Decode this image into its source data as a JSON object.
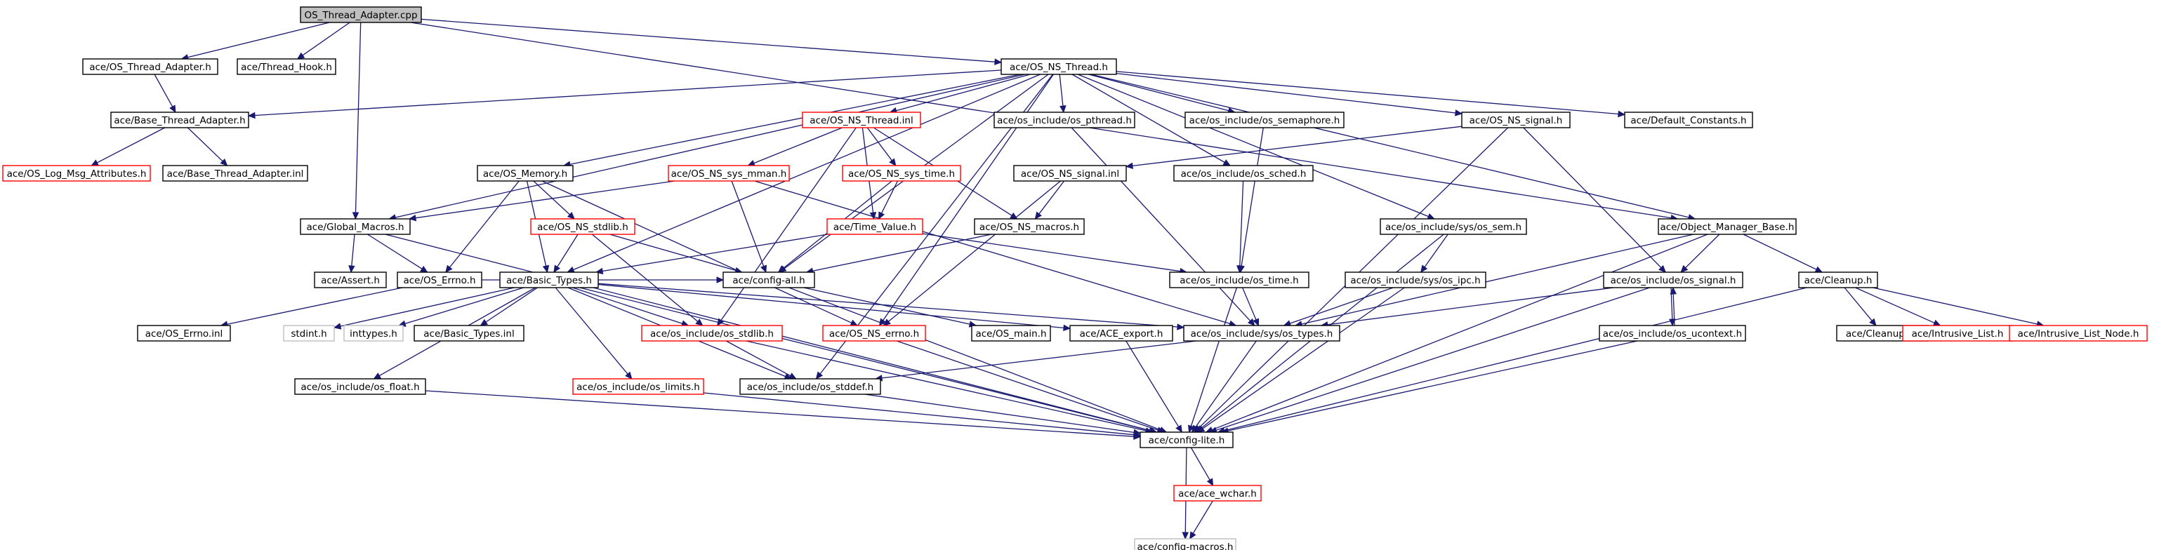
{
  "colors": {
    "edge": "#191970",
    "border_default": "#000000",
    "border_truncated": "#ff0000",
    "border_external": "#bfbfbf",
    "fill_root": "#bfbfbf",
    "fill_default": "#ffffff"
  },
  "nodes": [
    {
      "id": "root",
      "label": "OS_Thread_Adapter.cpp",
      "style": "root"
    },
    {
      "id": "osta",
      "label": "ace/OS_Thread_Adapter.h",
      "style": "normal"
    },
    {
      "id": "thook",
      "label": "ace/Thread_Hook.h",
      "style": "normal"
    },
    {
      "id": "nsthread",
      "label": "ace/OS_NS_Thread.h",
      "style": "normal"
    },
    {
      "id": "bta",
      "label": "ace/Base_Thread_Adapter.h",
      "style": "normal"
    },
    {
      "id": "nsthreadinl",
      "label": "ace/OS_NS_Thread.inl",
      "style": "truncated"
    },
    {
      "id": "pthread",
      "label": "ace/os_include/os_pthread.h",
      "style": "normal"
    },
    {
      "id": "semaphore",
      "label": "ace/os_include/os_semaphore.h",
      "style": "normal"
    },
    {
      "id": "nssignal",
      "label": "ace/OS_NS_signal.h",
      "style": "normal"
    },
    {
      "id": "defconst",
      "label": "ace/Default_Constants.h",
      "style": "normal"
    },
    {
      "id": "logmsg",
      "label": "ace/OS_Log_Msg_Attributes.h",
      "style": "truncated"
    },
    {
      "id": "btainl",
      "label": "ace/Base_Thread_Adapter.inl",
      "style": "normal"
    },
    {
      "id": "osmemory",
      "label": "ace/OS_Memory.h",
      "style": "normal"
    },
    {
      "id": "nssysmman",
      "label": "ace/OS_NS_sys_mman.h",
      "style": "truncated"
    },
    {
      "id": "nssystime",
      "label": "ace/OS_NS_sys_time.h",
      "style": "truncated"
    },
    {
      "id": "nssignalinl",
      "label": "ace/OS_NS_signal.inl",
      "style": "normal"
    },
    {
      "id": "sched",
      "label": "ace/os_include/os_sched.h",
      "style": "normal"
    },
    {
      "id": "globalmacros",
      "label": "ace/Global_Macros.h",
      "style": "normal"
    },
    {
      "id": "nsstdlib",
      "label": "ace/OS_NS_stdlib.h",
      "style": "truncated"
    },
    {
      "id": "timevalue",
      "label": "ace/Time_Value.h",
      "style": "truncated"
    },
    {
      "id": "nsmacros",
      "label": "ace/OS_NS_macros.h",
      "style": "normal"
    },
    {
      "id": "syssem",
      "label": "ace/os_include/sys/os_sem.h",
      "style": "normal"
    },
    {
      "id": "objmgr",
      "label": "ace/Object_Manager_Base.h",
      "style": "normal"
    },
    {
      "id": "assert",
      "label": "ace/Assert.h",
      "style": "normal"
    },
    {
      "id": "oserrno",
      "label": "ace/OS_Errno.h",
      "style": "normal"
    },
    {
      "id": "basictypes",
      "label": "ace/Basic_Types.h",
      "style": "normal"
    },
    {
      "id": "configall",
      "label": "ace/config-all.h",
      "style": "normal"
    },
    {
      "id": "ostime",
      "label": "ace/os_include/os_time.h",
      "style": "normal"
    },
    {
      "id": "sysipc",
      "label": "ace/os_include/sys/os_ipc.h",
      "style": "normal"
    },
    {
      "id": "ossignal",
      "label": "ace/os_include/os_signal.h",
      "style": "normal"
    },
    {
      "id": "cleanup",
      "label": "ace/Cleanup.h",
      "style": "normal"
    },
    {
      "id": "oserrnoinl",
      "label": "ace/OS_Errno.inl",
      "style": "normal"
    },
    {
      "id": "stdint",
      "label": "stdint.h",
      "style": "external"
    },
    {
      "id": "inttypes",
      "label": "inttypes.h",
      "style": "external"
    },
    {
      "id": "basictypesinl",
      "label": "ace/Basic_Types.inl",
      "style": "normal"
    },
    {
      "id": "osstdlib",
      "label": "ace/os_include/os_stdlib.h",
      "style": "truncated"
    },
    {
      "id": "nserrno",
      "label": "ace/OS_NS_errno.h",
      "style": "truncated"
    },
    {
      "id": "osmain",
      "label": "ace/OS_main.h",
      "style": "normal"
    },
    {
      "id": "aceexport",
      "label": "ace/ACE_export.h",
      "style": "normal"
    },
    {
      "id": "systypes",
      "label": "ace/os_include/sys/os_types.h",
      "style": "normal"
    },
    {
      "id": "ucontext",
      "label": "ace/os_include/os_ucontext.h",
      "style": "normal"
    },
    {
      "id": "cleanupinl",
      "label": "ace/Cleanup.inl",
      "style": "normal"
    },
    {
      "id": "intrusivelist",
      "label": "ace/Intrusive_List.h",
      "style": "truncated"
    },
    {
      "id": "intrusivenode",
      "label": "ace/Intrusive_List_Node.h",
      "style": "truncated"
    },
    {
      "id": "osfloat",
      "label": "ace/os_include/os_float.h",
      "style": "normal"
    },
    {
      "id": "oslimits",
      "label": "ace/os_include/os_limits.h",
      "style": "truncated"
    },
    {
      "id": "osstddef",
      "label": "ace/os_include/os_stddef.h",
      "style": "normal"
    },
    {
      "id": "configlite",
      "label": "ace/config-lite.h",
      "style": "normal"
    },
    {
      "id": "acewchar",
      "label": "ace/ace_wchar.h",
      "style": "truncated"
    },
    {
      "id": "configmacros",
      "label": "ace/config-macros.h",
      "style": "external"
    }
  ],
  "edges": [
    [
      "root",
      "osta"
    ],
    [
      "root",
      "thook"
    ],
    [
      "root",
      "nsthread"
    ],
    [
      "root",
      "globalmacros"
    ],
    [
      "root",
      "objmgr"
    ],
    [
      "osta",
      "bta"
    ],
    [
      "bta",
      "logmsg"
    ],
    [
      "bta",
      "btainl"
    ],
    [
      "nsthread",
      "bta"
    ],
    [
      "nsthread",
      "nsthreadinl"
    ],
    [
      "nsthread",
      "pthread"
    ],
    [
      "nsthread",
      "semaphore"
    ],
    [
      "nsthread",
      "nssignal"
    ],
    [
      "nsthread",
      "defconst"
    ],
    [
      "nsthread",
      "osmemory"
    ],
    [
      "nsthread",
      "globalmacros"
    ],
    [
      "nsthread",
      "basictypes"
    ],
    [
      "nsthread",
      "configall"
    ],
    [
      "nsthread",
      "sched"
    ],
    [
      "nsthread",
      "syssem"
    ],
    [
      "nsthread",
      "objmgr"
    ],
    [
      "nsthread",
      "nserrno"
    ],
    [
      "nsthread",
      "osstddef"
    ],
    [
      "nsthreadinl",
      "nssysmman"
    ],
    [
      "nsthreadinl",
      "nssystime"
    ],
    [
      "nsthreadinl",
      "timevalue"
    ],
    [
      "nsthreadinl",
      "nsmacros"
    ],
    [
      "nsthreadinl",
      "osstdlib"
    ],
    [
      "nssysmman",
      "globalmacros"
    ],
    [
      "nssysmman",
      "configall"
    ],
    [
      "nssysmman",
      "systypes"
    ],
    [
      "nssystime",
      "timevalue"
    ],
    [
      "nssystime",
      "configall"
    ],
    [
      "timevalue",
      "basictypes"
    ],
    [
      "timevalue",
      "ostime"
    ],
    [
      "nssignal",
      "nssignalinl"
    ],
    [
      "nssignal",
      "ossignal"
    ],
    [
      "nssignal",
      "configlite"
    ],
    [
      "nssignalinl",
      "nsmacros"
    ],
    [
      "nssignalinl",
      "nserrno"
    ],
    [
      "nsmacros",
      "configall"
    ],
    [
      "osmemory",
      "oserrno"
    ],
    [
      "osmemory",
      "basictypes"
    ],
    [
      "osmemory",
      "nsstdlib"
    ],
    [
      "osmemory",
      "nserrno"
    ],
    [
      "nsstdlib",
      "basictypes"
    ],
    [
      "nsstdlib",
      "configall"
    ],
    [
      "nsstdlib",
      "osstdlib"
    ],
    [
      "globalmacros",
      "assert"
    ],
    [
      "globalmacros",
      "oserrno"
    ],
    [
      "globalmacros",
      "configlite"
    ],
    [
      "oserrno",
      "oserrnoinl"
    ],
    [
      "oserrno",
      "configall"
    ],
    [
      "basictypes",
      "stdint"
    ],
    [
      "basictypes",
      "inttypes"
    ],
    [
      "basictypes",
      "basictypesinl"
    ],
    [
      "basictypes",
      "osfloat"
    ],
    [
      "basictypes",
      "oslimits"
    ],
    [
      "basictypes",
      "osstdlib"
    ],
    [
      "basictypes",
      "osstddef"
    ],
    [
      "basictypes",
      "aceexport"
    ],
    [
      "basictypes",
      "systypes"
    ],
    [
      "basictypes",
      "configlite"
    ],
    [
      "configall",
      "osmain"
    ],
    [
      "configall",
      "configlite"
    ],
    [
      "pthread",
      "systypes"
    ],
    [
      "semaphore",
      "ostime"
    ],
    [
      "sched",
      "ostime"
    ],
    [
      "ostime",
      "systypes"
    ],
    [
      "ostime",
      "configlite"
    ],
    [
      "syssem",
      "sysipc"
    ],
    [
      "syssem",
      "configlite"
    ],
    [
      "sysipc",
      "systypes"
    ],
    [
      "sysipc",
      "configlite"
    ],
    [
      "objmgr",
      "ossignal"
    ],
    [
      "objmgr",
      "cleanup"
    ],
    [
      "objmgr",
      "systypes"
    ],
    [
      "objmgr",
      "configlite"
    ],
    [
      "ossignal",
      "ucontext"
    ],
    [
      "ossignal",
      "systypes"
    ],
    [
      "ossignal",
      "configlite"
    ],
    [
      "ucontext",
      "ossignal"
    ],
    [
      "ucontext",
      "configlite"
    ],
    [
      "cleanup",
      "cleanupinl"
    ],
    [
      "cleanup",
      "intrusivelist"
    ],
    [
      "cleanup",
      "intrusivenode"
    ],
    [
      "cleanup",
      "configlite"
    ],
    [
      "systypes",
      "osstddef"
    ],
    [
      "systypes",
      "configlite"
    ],
    [
      "osstdlib",
      "osstddef"
    ],
    [
      "osstdlib",
      "configlite"
    ],
    [
      "nserrno",
      "configlite"
    ],
    [
      "aceexport",
      "configlite"
    ],
    [
      "osfloat",
      "configlite"
    ],
    [
      "oslimits",
      "configlite"
    ],
    [
      "osstddef",
      "configlite"
    ],
    [
      "configlite",
      "acewchar"
    ],
    [
      "configlite",
      "configmacros"
    ],
    [
      "acewchar",
      "configmacros"
    ]
  ]
}
